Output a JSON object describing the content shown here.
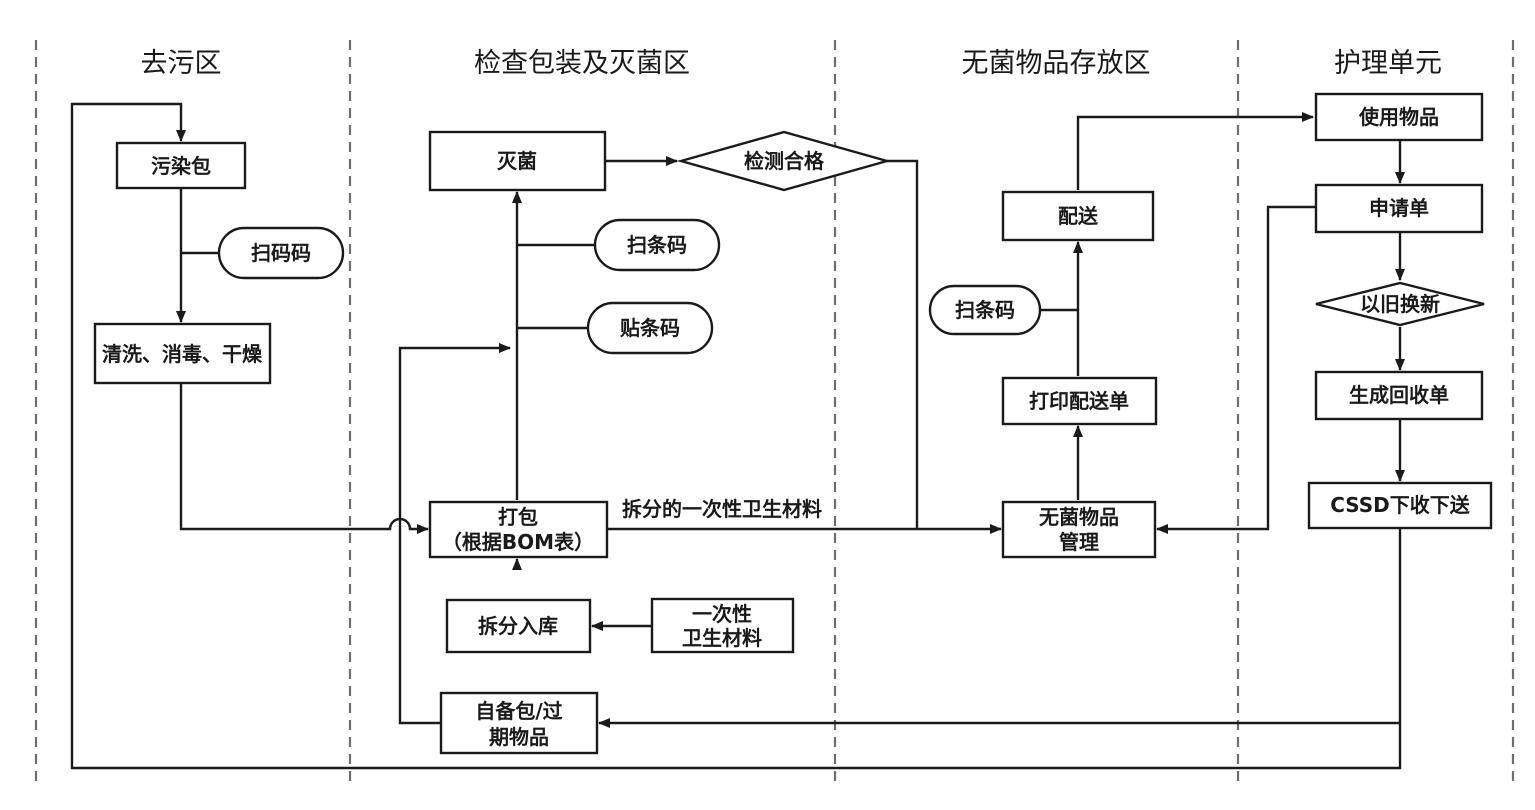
{
  "zones": [
    "去污区",
    "检查包装及灭菌区",
    "无菌物品存放区",
    "护理单元"
  ],
  "nodes": {
    "contaminated_pack": "污染包",
    "scan_1": "扫码码",
    "wash": "清洗、消毒、干燥",
    "sterilize": "灭菌",
    "inspect_pass": "检测合格",
    "scan_2": "扫条码",
    "stick_barcode": "贴条码",
    "pack_line1": "打包",
    "pack_line2": "（根据BOM表）",
    "split_store": "拆分入库",
    "disposable_line1": "一次性",
    "disposable_line2": "卫生材料",
    "self_pack_line1": "自备包/过",
    "self_pack_line2": "期物品",
    "deliver": "配送",
    "scan_3": "扫条码",
    "print_delivery": "打印配送单",
    "sterile_mgmt_line1": "无菌物品",
    "sterile_mgmt_line2": "管理",
    "use_items": "使用物品",
    "request_form": "申请单",
    "exchange": "以旧换新",
    "recycle_form": "生成回收单",
    "cssd": "CSSD下收下送"
  },
  "edge_labels": {
    "split_disposable": "拆分的一次性卫生材料"
  }
}
